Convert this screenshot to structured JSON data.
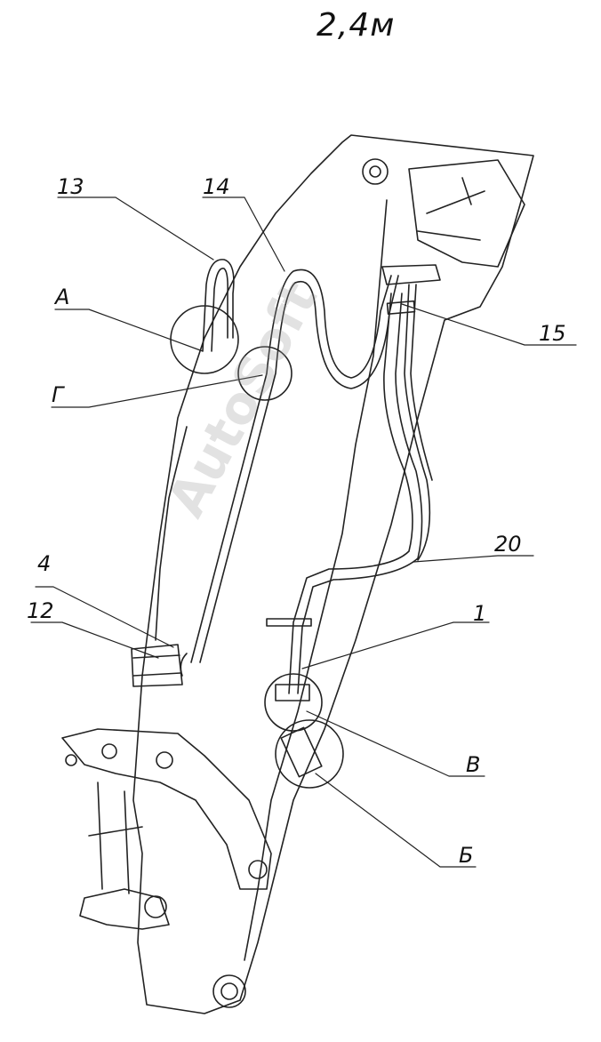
{
  "title": "2,4м",
  "watermark": "AutoSoft",
  "callouts": {
    "c13": "13",
    "c14": "14",
    "cA": "А",
    "cG": "Г",
    "c15": "15",
    "c20": "20",
    "c4": "4",
    "c12": "12",
    "c1": "1",
    "cV": "В",
    "cB": "Б"
  }
}
